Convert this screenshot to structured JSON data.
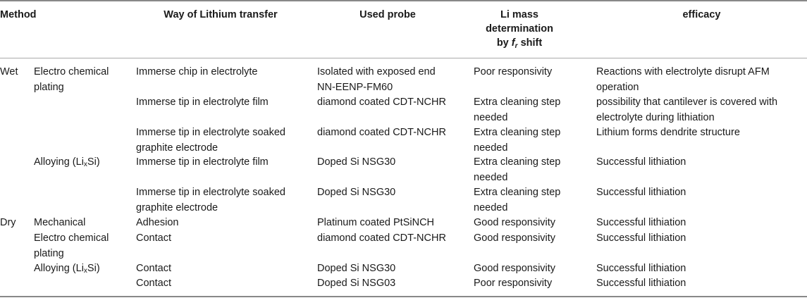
{
  "headers": {
    "method": "Method",
    "way": "Way of Lithium transfer",
    "probe": "Used probe",
    "li_mass_line1": "Li mass",
    "li_mass_line2": "determination",
    "li_mass_by": "by",
    "li_mass_f": "f",
    "li_mass_r": "r",
    "li_mass_shift": "shift",
    "efficacy": "efficacy"
  },
  "groups": {
    "wet": "Wet",
    "dry": "Dry"
  },
  "submethods": {
    "ecp_line1": "Electro chemical",
    "ecp_line2": "plating",
    "alloy_pre": "Alloying (Li",
    "alloy_sub": "x",
    "alloy_post": "Si)",
    "mechanical": "Mechanical",
    "dry_ecp_line1": "Electro chemical",
    "dry_ecp_line2": "plating"
  },
  "rows": [
    {
      "way": [
        "Immerse chip in electrolyte"
      ],
      "probe": [
        "Isolated with exposed end",
        "NN-EENP-FM60"
      ],
      "li": [
        "Poor responsivity"
      ],
      "efficacy": [
        "Reactions with electrolyte disrupt AFM",
        "operation"
      ]
    },
    {
      "way": [
        "Immerse tip in electrolyte film"
      ],
      "probe": [
        "diamond coated CDT-NCHR"
      ],
      "li": [
        "Extra cleaning step",
        "needed"
      ],
      "efficacy": [
        "possibility that cantilever is covered with",
        "electrolyte during lithiation"
      ]
    },
    {
      "way": [
        "Immerse tip in electrolyte soaked",
        "graphite electrode"
      ],
      "probe": [
        "diamond coated CDT-NCHR"
      ],
      "li": [
        "Extra cleaning step",
        "needed"
      ],
      "efficacy": [
        "Lithium forms dendrite structure"
      ]
    },
    {
      "way": [
        "Immerse tip in electrolyte film"
      ],
      "probe": [
        "Doped Si NSG30"
      ],
      "li": [
        "Extra cleaning step",
        "needed"
      ],
      "efficacy": [
        "Successful lithiation"
      ]
    },
    {
      "way": [
        "Immerse tip in electrolyte soaked",
        "graphite electrode"
      ],
      "probe": [
        "Doped Si NSG30"
      ],
      "li": [
        "Extra cleaning step",
        "needed"
      ],
      "efficacy": [
        "Successful lithiation"
      ]
    },
    {
      "way": [
        "Adhesion"
      ],
      "probe": [
        "Platinum coated PtSiNCH"
      ],
      "li": [
        "Good responsivity"
      ],
      "efficacy": [
        "Successful lithiation"
      ]
    },
    {
      "way": [
        "Contact"
      ],
      "probe": [
        "diamond coated CDT-NCHR"
      ],
      "li": [
        "Good responsivity"
      ],
      "efficacy": [
        "Successful lithiation"
      ]
    },
    {
      "way": [
        "Contact"
      ],
      "probe": [
        "Doped Si NSG30"
      ],
      "li": [
        "Good responsivity"
      ],
      "efficacy": [
        "Successful lithiation"
      ]
    },
    {
      "way": [
        "Contact"
      ],
      "probe": [
        "Doped Si NSG03"
      ],
      "li": [
        "Poor responsivity"
      ],
      "efficacy": [
        "Successful lithiation"
      ]
    }
  ]
}
